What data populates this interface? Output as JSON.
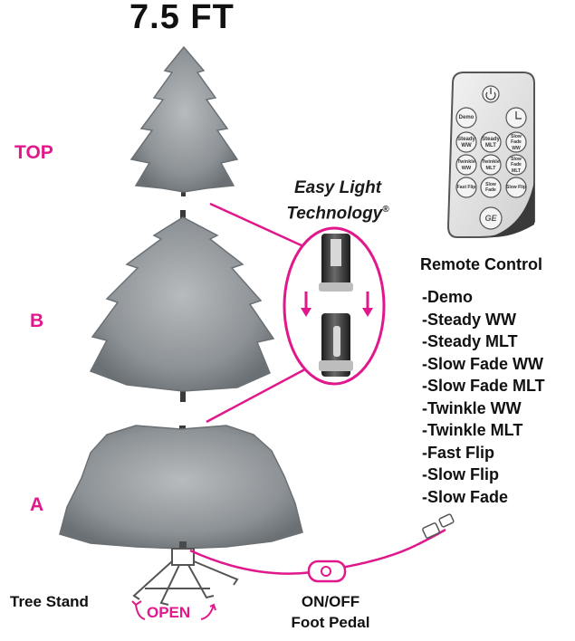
{
  "title": "7.5 FT",
  "sections": {
    "top": "TOP",
    "b": "B",
    "a": "A"
  },
  "easy_light": {
    "line1": "Easy Light",
    "line2": "Technology",
    "mark": "®"
  },
  "remote": {
    "title": "Remote Control",
    "modes": [
      "-Demo",
      "-Steady WW",
      "-Steady MLT",
      "-Slow Fade WW",
      "-Slow Fade MLT",
      "-Twinkle WW",
      "-Twinkle MLT",
      "-Fast Flip",
      "-Slow Flip",
      "-Slow Fade"
    ],
    "buttons": {
      "demo": "Demo",
      "steady_ww": "Steady WW",
      "steady_mlt": "Steady MLT",
      "slow_fade_ww": "Slow Fade WW",
      "twinkle_ww": "Twinkle WW",
      "twinkle_mlt": "Twinkle MLT",
      "slow_fade_mlt": "Slow Fade MLT",
      "fast_flip": "Fast Flip",
      "slow_fade": "Slow Fade",
      "slow_flip": "Slow Flip"
    },
    "logo": "GE"
  },
  "stand": {
    "label": "Tree Stand",
    "open": "OPEN"
  },
  "pedal": {
    "line1": "ON/OFF",
    "line2": "Foot Pedal"
  },
  "colors": {
    "accent": "#e0188c",
    "tree": "#8d9296",
    "tree_dark": "#5f6468",
    "remote": "#e6e6e6",
    "connector": "#3a3a3a"
  }
}
